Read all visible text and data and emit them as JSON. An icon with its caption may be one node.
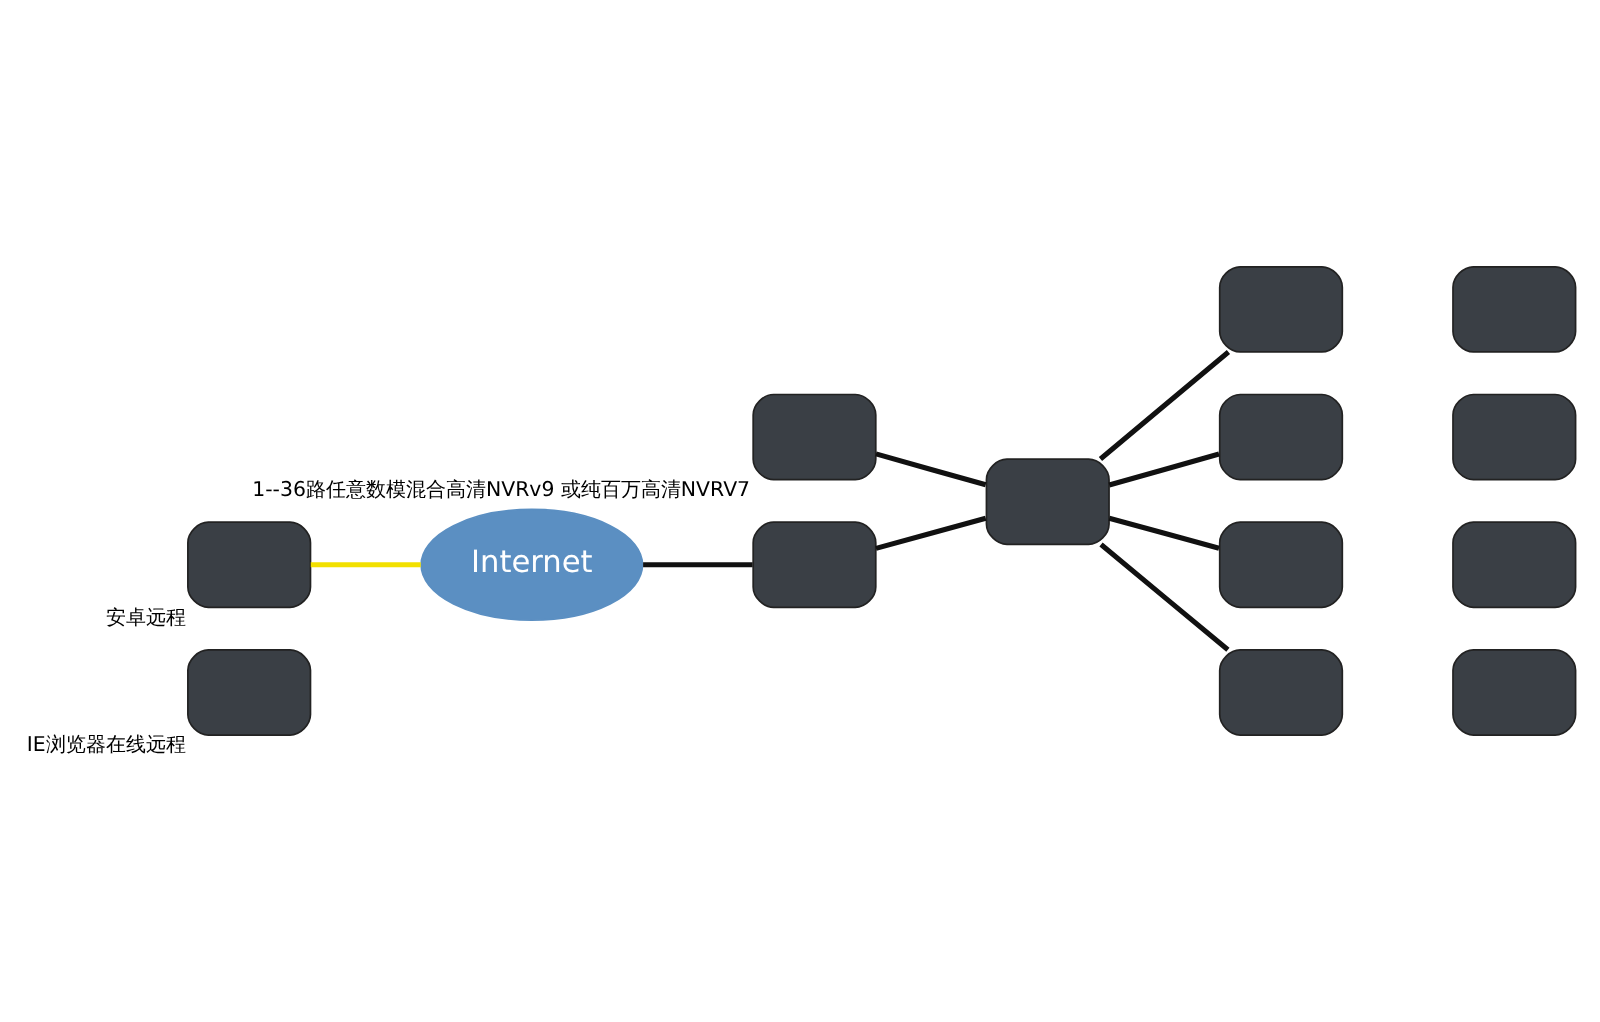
{
  "diagram": {
    "nodes": [
      {
        "text": [],
        "shape": "box",
        "beside": [
          "IE浏览器在线远程"
        ]
      },
      {
        "text": [],
        "shape": "box",
        "beside": [
          "1--36路任意数模混合高清NVRv9 或纯百万高清NVRV7"
        ]
      },
      {
        "text": [],
        "shape": "box"
      },
      {
        "text": [],
        "shape": "box"
      },
      {
        "text": [
          "Internet"
        ]
      },
      {
        "text": [],
        "shape": "box"
      },
      {
        "text": [],
        "shape": "box"
      },
      {
        "text": [],
        "shape": "box"
      },
      {
        "text": [],
        "shape": "box"
      },
      {
        "text": [],
        "shape": "box",
        "beside": [
          "安卓远程"
        ]
      },
      {
        "text": [],
        "shape": "box"
      },
      {
        "text": [],
        "shape": "box"
      },
      {
        "text": [],
        "shape": "box"
      },
      {
        "text": [],
        "shape": "box"
      }
    ],
    "edges": [
      {
        "from": 4,
        "to": 10,
        "arrow": "none"
      },
      {
        "from": 9,
        "to": 4,
        "arrow": "none",
        "color": "#f2e000"
      },
      {
        "from": 10,
        "to": 13,
        "arrow": "none"
      },
      {
        "from": 1,
        "to": 13,
        "arrow": "none"
      },
      {
        "from": 13,
        "to": 2,
        "arrow": "none"
      },
      {
        "from": 13,
        "to": 5,
        "arrow": "none"
      },
      {
        "from": 13,
        "to": 7,
        "arrow": "none"
      },
      {
        "from": 13,
        "to": 11,
        "arrow": "none"
      }
    ]
  }
}
